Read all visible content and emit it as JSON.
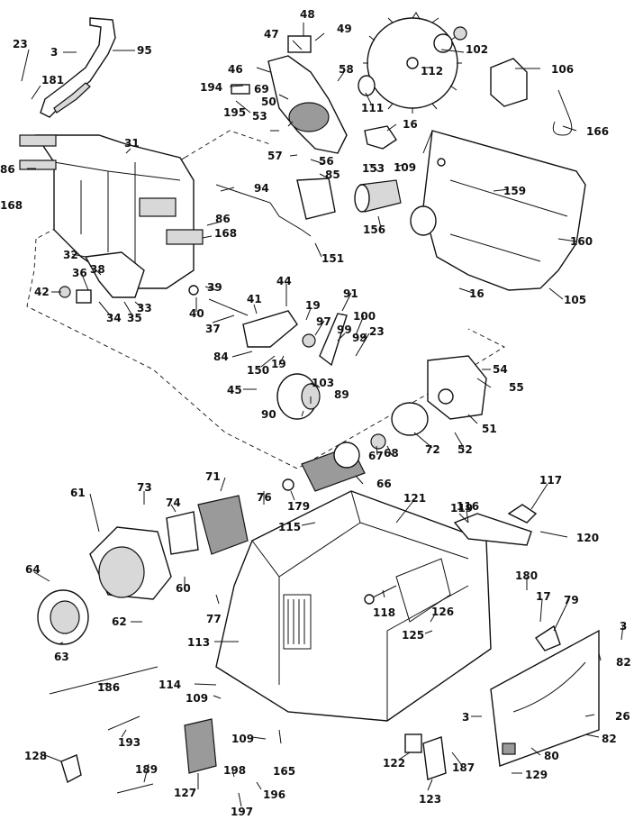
{
  "diagram": {
    "labels": [
      {
        "id": "23a",
        "text": "23"
      },
      {
        "id": "3a",
        "text": "3"
      },
      {
        "id": "95",
        "text": "95"
      },
      {
        "id": "181",
        "text": "181"
      },
      {
        "id": "48",
        "text": "48"
      },
      {
        "id": "47",
        "text": "47"
      },
      {
        "id": "49",
        "text": "49"
      },
      {
        "id": "46",
        "text": "46"
      },
      {
        "id": "102",
        "text": "102"
      },
      {
        "id": "106",
        "text": "106"
      },
      {
        "id": "112",
        "text": "112"
      },
      {
        "id": "58",
        "text": "58"
      },
      {
        "id": "194",
        "text": "194"
      },
      {
        "id": "69",
        "text": "69"
      },
      {
        "id": "195",
        "text": "195"
      },
      {
        "id": "53",
        "text": "53"
      },
      {
        "id": "50",
        "text": "50"
      },
      {
        "id": "111",
        "text": "111"
      },
      {
        "id": "16a",
        "text": "16"
      },
      {
        "id": "166",
        "text": "166"
      },
      {
        "id": "31",
        "text": "31"
      },
      {
        "id": "57",
        "text": "57"
      },
      {
        "id": "56",
        "text": "56"
      },
      {
        "id": "153",
        "text": "153"
      },
      {
        "id": "109a",
        "text": "109"
      },
      {
        "id": "85",
        "text": "85"
      },
      {
        "id": "86a",
        "text": "86"
      },
      {
        "id": "168a",
        "text": "168"
      },
      {
        "id": "94",
        "text": "94"
      },
      {
        "id": "159",
        "text": "159"
      },
      {
        "id": "156",
        "text": "156"
      },
      {
        "id": "86b",
        "text": "86"
      },
      {
        "id": "168b",
        "text": "168"
      },
      {
        "id": "160",
        "text": "160"
      },
      {
        "id": "151",
        "text": "151"
      },
      {
        "id": "32",
        "text": "32"
      },
      {
        "id": "44",
        "text": "44"
      },
      {
        "id": "105",
        "text": "105"
      },
      {
        "id": "36",
        "text": "36"
      },
      {
        "id": "38",
        "text": "38"
      },
      {
        "id": "42",
        "text": "42"
      },
      {
        "id": "39",
        "text": "39"
      },
      {
        "id": "16b",
        "text": "16"
      },
      {
        "id": "34",
        "text": "34"
      },
      {
        "id": "35",
        "text": "35"
      },
      {
        "id": "33",
        "text": "33"
      },
      {
        "id": "40",
        "text": "40"
      },
      {
        "id": "41",
        "text": "41"
      },
      {
        "id": "91",
        "text": "91"
      },
      {
        "id": "19a",
        "text": "19"
      },
      {
        "id": "100",
        "text": "100"
      },
      {
        "id": "97",
        "text": "97"
      },
      {
        "id": "37",
        "text": "37"
      },
      {
        "id": "99a",
        "text": "99"
      },
      {
        "id": "99b",
        "text": "99"
      },
      {
        "id": "23b",
        "text": "23"
      },
      {
        "id": "84",
        "text": "84"
      },
      {
        "id": "150",
        "text": "150"
      },
      {
        "id": "19b",
        "text": "19"
      },
      {
        "id": "54",
        "text": "54"
      },
      {
        "id": "55",
        "text": "55"
      },
      {
        "id": "103",
        "text": "103"
      },
      {
        "id": "45",
        "text": "45"
      },
      {
        "id": "89",
        "text": "89"
      },
      {
        "id": "90",
        "text": "90"
      },
      {
        "id": "51",
        "text": "51"
      },
      {
        "id": "72",
        "text": "72"
      },
      {
        "id": "52",
        "text": "52"
      },
      {
        "id": "67",
        "text": "67"
      },
      {
        "id": "68",
        "text": "68"
      },
      {
        "id": "71",
        "text": "71"
      },
      {
        "id": "66",
        "text": "66"
      },
      {
        "id": "73",
        "text": "73"
      },
      {
        "id": "61",
        "text": "61"
      },
      {
        "id": "74",
        "text": "74"
      },
      {
        "id": "76",
        "text": "76"
      },
      {
        "id": "179",
        "text": "179"
      },
      {
        "id": "116",
        "text": "116"
      },
      {
        "id": "117",
        "text": "117"
      },
      {
        "id": "121",
        "text": "121"
      },
      {
        "id": "119",
        "text": "119"
      },
      {
        "id": "115",
        "text": "115"
      },
      {
        "id": "120",
        "text": "120"
      },
      {
        "id": "64",
        "text": "64"
      },
      {
        "id": "60",
        "text": "60"
      },
      {
        "id": "180",
        "text": "180"
      },
      {
        "id": "17",
        "text": "17"
      },
      {
        "id": "79",
        "text": "79"
      },
      {
        "id": "118",
        "text": "118"
      },
      {
        "id": "77",
        "text": "77"
      },
      {
        "id": "126",
        "text": "126"
      },
      {
        "id": "62",
        "text": "62"
      },
      {
        "id": "125",
        "text": "125"
      },
      {
        "id": "3b",
        "text": "3"
      },
      {
        "id": "63",
        "text": "63"
      },
      {
        "id": "113",
        "text": "113"
      },
      {
        "id": "82a",
        "text": "82"
      },
      {
        "id": "186",
        "text": "186"
      },
      {
        "id": "114",
        "text": "114"
      },
      {
        "id": "109b",
        "text": "109"
      },
      {
        "id": "3c",
        "text": "3"
      },
      {
        "id": "26",
        "text": "26"
      },
      {
        "id": "193",
        "text": "193"
      },
      {
        "id": "109c",
        "text": "109"
      },
      {
        "id": "82b",
        "text": "82"
      },
      {
        "id": "128",
        "text": "128"
      },
      {
        "id": "165",
        "text": "165"
      },
      {
        "id": "122",
        "text": "122"
      },
      {
        "id": "187",
        "text": "187"
      },
      {
        "id": "80",
        "text": "80"
      },
      {
        "id": "189",
        "text": "189"
      },
      {
        "id": "198",
        "text": "198"
      },
      {
        "id": "129",
        "text": "129"
      },
      {
        "id": "127",
        "text": "127"
      },
      {
        "id": "196",
        "text": "196"
      },
      {
        "id": "123",
        "text": "123"
      },
      {
        "id": "197",
        "text": "197"
      }
    ]
  }
}
